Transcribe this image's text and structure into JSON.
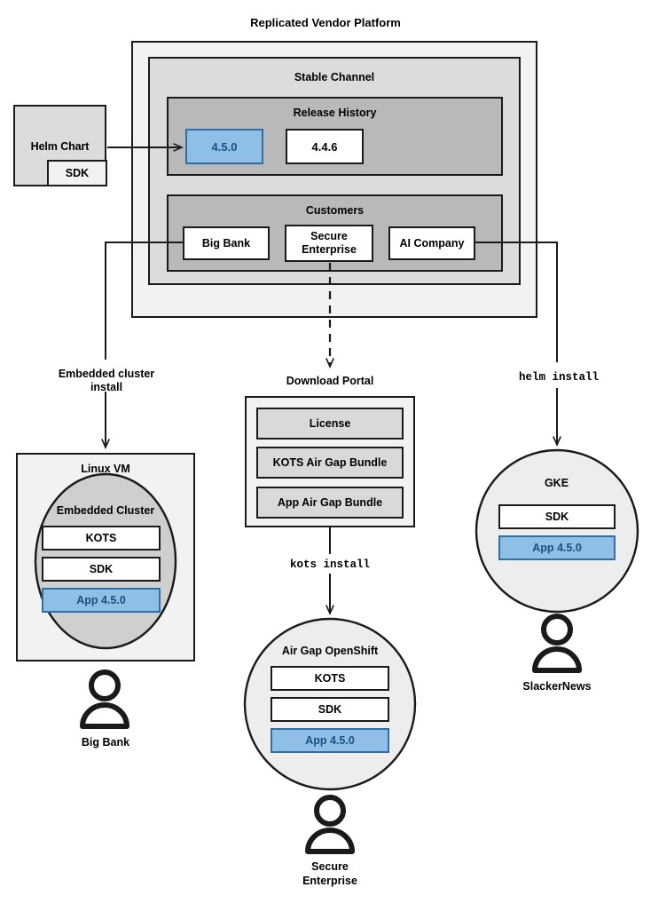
{
  "diagram": {
    "title": "Replicated Vendor Platform",
    "vendor_platform": {
      "stable_channel": {
        "title": "Stable Channel",
        "release_history": {
          "title": "Release History",
          "releases": [
            {
              "version": "4.5.0",
              "highlighted": true
            },
            {
              "version": "4.4.6",
              "highlighted": false
            }
          ]
        },
        "customers": {
          "title": "Customers",
          "items": [
            {
              "name": "Big Bank"
            },
            {
              "name": "Secure\nEnterprise",
              "line1": "Secure",
              "line2": "Enterprise"
            },
            {
              "name": "AI Company"
            }
          ]
        }
      }
    },
    "helm_chart": {
      "title": "Helm Chart",
      "sdk_label": "SDK"
    },
    "edges": [
      {
        "label": "Embedded cluster install",
        "line1": "Embedded cluster",
        "line2": "install",
        "style": "solid"
      },
      {
        "label": "kots install",
        "style": "solid",
        "mono": true
      },
      {
        "label": "helm install",
        "style": "solid",
        "mono": true
      }
    ],
    "download_portal": {
      "title": "Download Portal",
      "artifacts": [
        {
          "label": "License"
        },
        {
          "label": "KOTS Air Gap Bundle"
        },
        {
          "label": "App Air Gap Bundle"
        }
      ]
    },
    "targets": [
      {
        "id": "linux-vm",
        "outer_title": "Linux VM",
        "inner_title": "Embedded Cluster",
        "components": [
          {
            "label": "KOTS",
            "highlighted": false
          },
          {
            "label": "SDK",
            "highlighted": false
          },
          {
            "label": "App 4.5.0",
            "highlighted": true
          }
        ],
        "persona": "Big Bank"
      },
      {
        "id": "air-gap-openshift",
        "outer_title": "Air Gap OpenShift",
        "components": [
          {
            "label": "KOTS",
            "highlighted": false
          },
          {
            "label": "SDK",
            "highlighted": false
          },
          {
            "label": "App 4.5.0",
            "highlighted": true
          }
        ],
        "persona_line1": "Secure",
        "persona_line2": "Enterprise"
      },
      {
        "id": "gke",
        "outer_title": "GKE",
        "components": [
          {
            "label": "SDK",
            "highlighted": false
          },
          {
            "label": "App 4.5.0",
            "highlighted": true
          }
        ],
        "persona": "SlackerNews"
      }
    ],
    "colors": {
      "stroke": "#1a1a1a",
      "level1_fill": "#f2f2f2",
      "level2_fill": "#dcdcdc",
      "level3_fill": "#b9b9b9",
      "highlight_fill": "#8fbfe4",
      "highlight_stroke": "#2f6fa8",
      "highlight_text": "#1a4f82",
      "artifact_fill": "#d9d9d9"
    }
  }
}
